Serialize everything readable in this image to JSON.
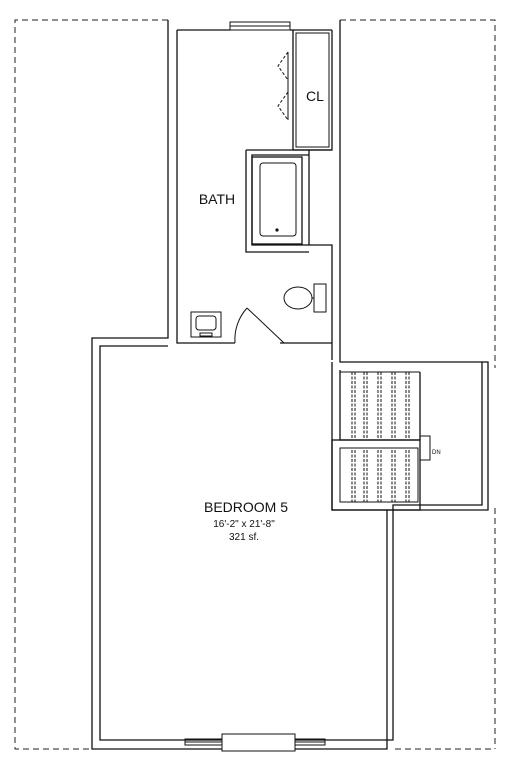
{
  "rooms": {
    "bath": {
      "label": "BATH"
    },
    "closet": {
      "label": "CL"
    },
    "bedroom": {
      "label": "BEDROOM 5",
      "dimensions": "16'-2\" x 21'-8\"",
      "area": "321 sf."
    }
  },
  "stair": {
    "label": "DN"
  }
}
